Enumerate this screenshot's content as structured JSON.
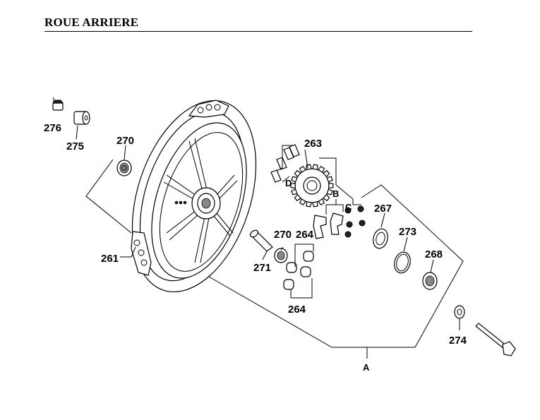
{
  "page": {
    "title": "ROUE ARRIERE"
  },
  "callouts": {
    "p276": "276",
    "p275": "275",
    "p270a": "270",
    "p263": "263",
    "pD": "D",
    "pB": "B",
    "pC": "C",
    "p267": "267",
    "p273": "273",
    "p268": "268",
    "p270b": "270",
    "p264a": "264",
    "p271": "271",
    "p264b": "264",
    "p261": "261",
    "p274": "274",
    "pA": "A"
  }
}
